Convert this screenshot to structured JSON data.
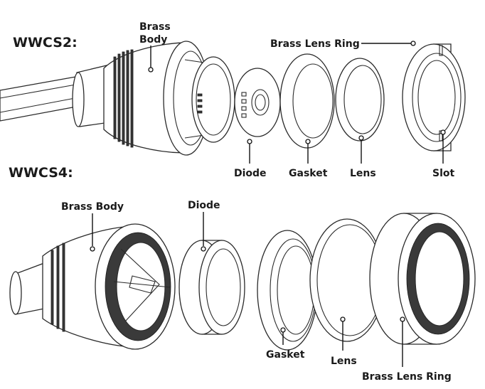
{
  "wwcs2": {
    "title": "WWCS2:",
    "labels": {
      "brass_body_line1": "Brass",
      "brass_body_line2": "Body",
      "brass_lens_ring": "Brass Lens Ring",
      "diode": "Diode",
      "gasket": "Gasket",
      "lens": "Lens",
      "slot": "Slot"
    }
  },
  "wwcs4": {
    "title": "WWCS4:",
    "labels": {
      "brass_body": "Brass Body",
      "diode": "Diode",
      "gasket": "Gasket",
      "lens": "Lens",
      "brass_lens_ring": "Brass Lens Ring"
    }
  }
}
